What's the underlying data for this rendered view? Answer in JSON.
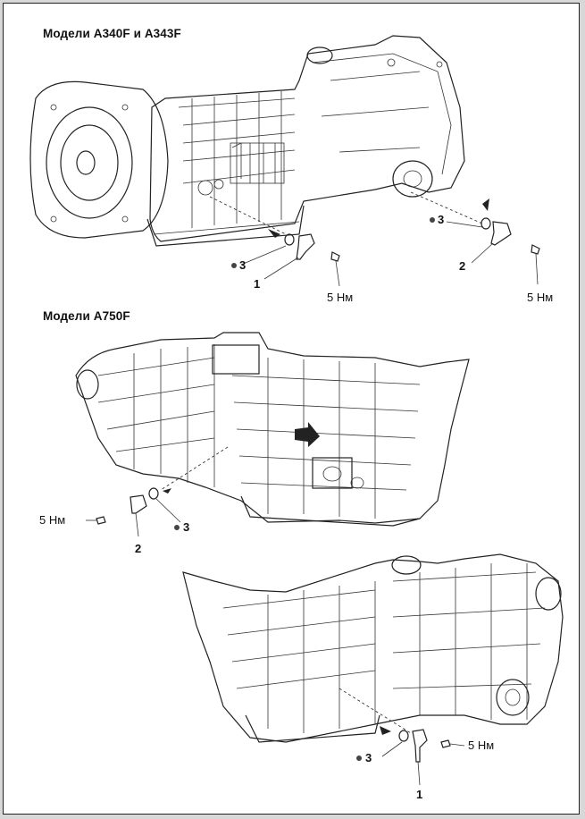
{
  "sections": {
    "top": {
      "title": "Модели A340F и A343F"
    },
    "middle": {
      "title": "Модели A750F"
    }
  },
  "labels": {
    "o_ring": "3",
    "sensor_1": "1",
    "sensor_2": "2",
    "torque": "5 Нм"
  },
  "colors": {
    "line": "#222222",
    "background": "#ffffff"
  }
}
